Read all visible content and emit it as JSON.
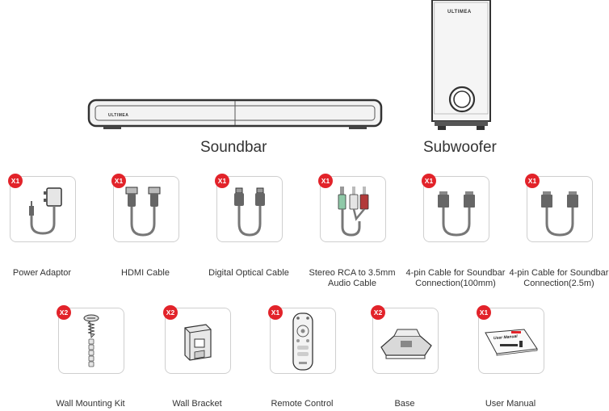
{
  "hero": {
    "soundbar": {
      "label": "Soundbar",
      "brand": "ULTIMEA"
    },
    "subwoofer": {
      "label": "Subwoofer",
      "brand": "ULTIMEA"
    }
  },
  "accessories": [
    {
      "qty": "X1",
      "label": "Power Adaptor",
      "icon": "power-adaptor-icon"
    },
    {
      "qty": "X1",
      "label": "HDMI Cable",
      "icon": "hdmi-cable-icon"
    },
    {
      "qty": "X1",
      "label": "Digital Optical Cable",
      "icon": "optical-cable-icon"
    },
    {
      "qty": "X1",
      "label": "Stereo RCA to 3.5mm Audio Cable",
      "icon": "rca-cable-icon"
    },
    {
      "qty": "X1",
      "label": "4-pin Cable for Soundbar Connection(100mm)",
      "icon": "four-pin-cable-icon"
    },
    {
      "qty": "X1",
      "label": "4-pin Cable for Soundbar Connection(2.5m)",
      "icon": "four-pin-cable-icon"
    },
    {
      "qty": "X2",
      "label": "Wall Mounting Kit",
      "icon": "screw-anchor-icon"
    },
    {
      "qty": "X2",
      "label": "Wall Bracket",
      "icon": "wall-bracket-icon"
    },
    {
      "qty": "X1",
      "label": "Remote Control",
      "icon": "remote-control-icon"
    },
    {
      "qty": "X2",
      "label": "Base",
      "icon": "base-stand-icon"
    },
    {
      "qty": "X1",
      "label": "User Manual",
      "icon": "user-manual-icon",
      "cover_text": "User Manual"
    }
  ],
  "colors": {
    "badge": "#e2232a",
    "tile_border": "#cfcfcf"
  }
}
